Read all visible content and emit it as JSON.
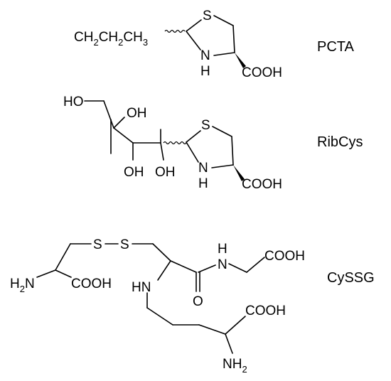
{
  "molecules": {
    "pcta": {
      "name": "PCTA",
      "chain_main": "CH",
      "chain_sub1": "2",
      "chain_mid": "CH",
      "chain_sub2": "2",
      "chain_end": "CH",
      "chain_sub3": "3",
      "sulfur": "S",
      "nitrogen": "N",
      "hydrogen": "H",
      "acid": "COOH"
    },
    "ribcys": {
      "name": "RibCys",
      "hydroxyl_top_left": "HO",
      "hydroxyl_top_right": "OH",
      "hydroxyl_bottom_1": "OH",
      "hydroxyl_bottom_2": "OH",
      "sulfur": "S",
      "nitrogen": "N",
      "hydrogen": "H",
      "acid": "COOH"
    },
    "cyssg": {
      "name": "CySSG",
      "sulfur_1": "S",
      "sulfur_2": "S",
      "amine_left_main": "H",
      "amine_left_sub": "2",
      "amine_left_n": "N",
      "acid_left": "COOH",
      "imine_n": "HN",
      "amide_h": "H",
      "amide_n": "N",
      "acid_glycine": "COOH",
      "carbonyl_o": "O",
      "acid_lower": "COOH",
      "amine_lower_main": "NH",
      "amine_lower_sub": "2"
    }
  }
}
